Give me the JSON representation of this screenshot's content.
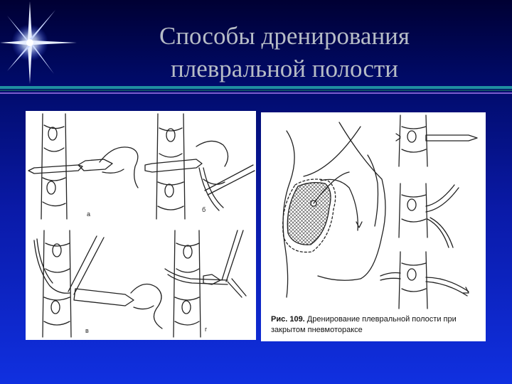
{
  "slide": {
    "title_line1": "Способы дренирования",
    "title_line2": "плевральной полости"
  },
  "figure_left": {
    "labels": [
      "а",
      "б",
      "в",
      "г"
    ]
  },
  "figure_right": {
    "caption_label": "Рис. 109.",
    "caption_text": " Дренирование плевральной полости при закрытом пневмотораксе"
  },
  "colors": {
    "background_top": "#000033",
    "background_bottom": "#1030e0",
    "title": "#b6bcc6",
    "rule_teal": "#1f8fa0",
    "rule_violet": "#7a5ccc"
  },
  "icons": [
    "sparkle-star-icon"
  ]
}
